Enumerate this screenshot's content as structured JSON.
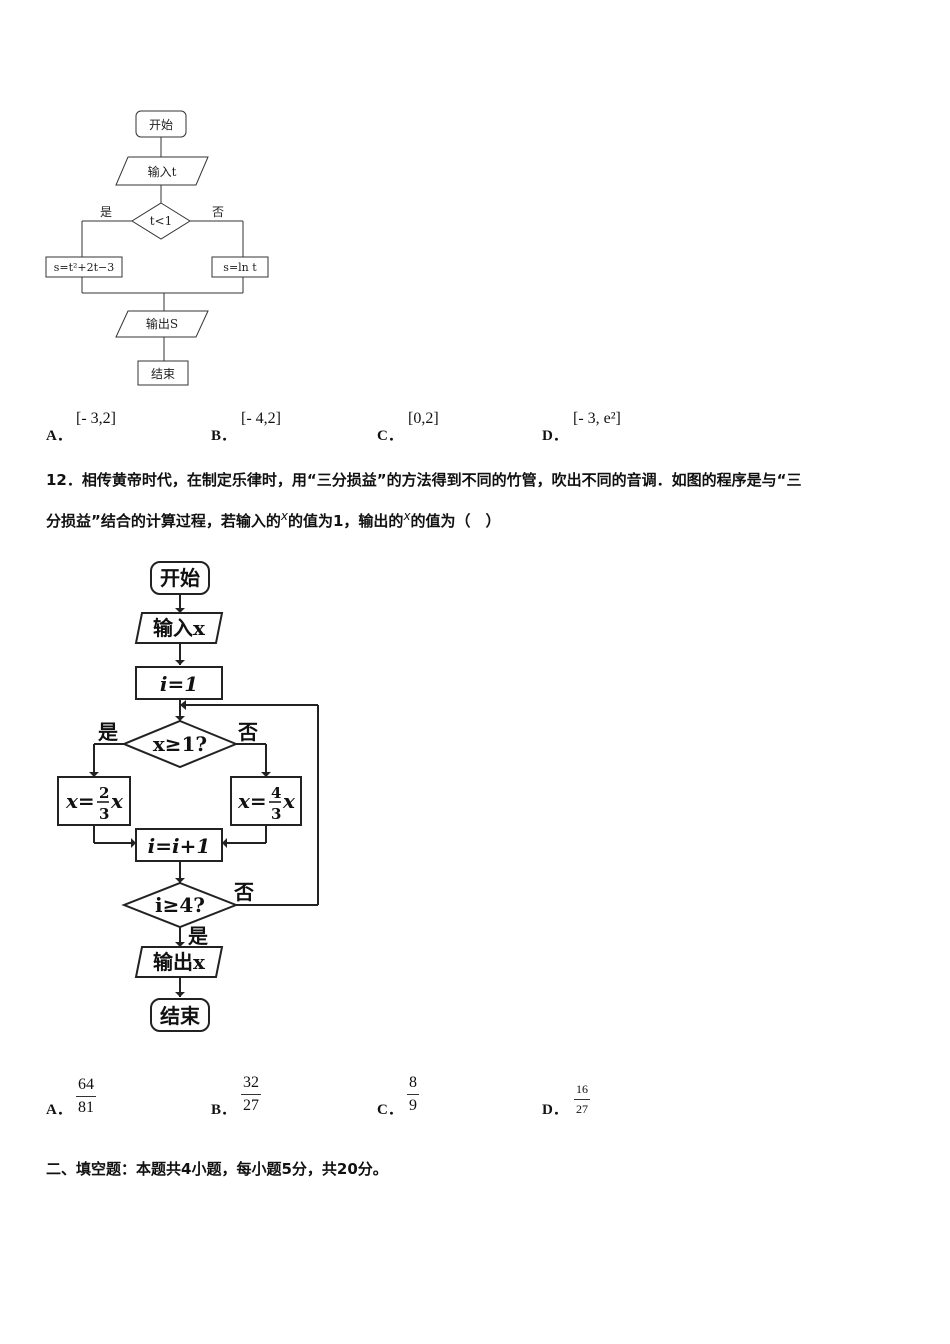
{
  "flowchart1": {
    "start": "开始",
    "input": "输入t",
    "condition": "t<1",
    "yes": "是",
    "no": "否",
    "left_box": "s=t²+2t−3",
    "right_box": "s=ln t",
    "output": "输出S",
    "end": "结束"
  },
  "q11_options": [
    {
      "label": "A．",
      "value": "[- 3,2]"
    },
    {
      "label": "B．",
      "value": "[- 4,2]"
    },
    {
      "label": "C．",
      "value": "[0,2]"
    },
    {
      "label": "D．",
      "value": "[- 3,  e²]"
    }
  ],
  "q12": {
    "line1": "12．相传黄帝时代，在制定乐律时，用“三分损益”的方法得到不同的竹管，吹出不同的音调．如图的程序是与“三",
    "line2_a": "分损益”结合的计算过程，若输入的",
    "var": "x",
    "line2_b": "的值为1，输出的",
    "line2_c": "的值为（　）"
  },
  "flowchart2": {
    "start": "开始",
    "input": "输入x",
    "init": "i=1",
    "condition": "x≥1?",
    "yes": "是",
    "no": "否",
    "left_box_prefix": "x=",
    "left_num": "2",
    "left_den": "3",
    "right_box_prefix": "x=",
    "right_num": "4",
    "right_den": "3",
    "var_suffix": "x",
    "increment": "i=i+1",
    "loop_condition": "i≥4?",
    "loop_no": "否",
    "loop_yes": "是",
    "output": "输出x",
    "end": "结束"
  },
  "q12_options": [
    {
      "label": "A．",
      "num": "64",
      "den": "81"
    },
    {
      "label": "B．",
      "num": "32",
      "den": "27"
    },
    {
      "label": "C．",
      "num": "8",
      "den": "9"
    },
    {
      "label": "D．",
      "num": "16",
      "den": "27"
    }
  ],
  "section2": "二、填空题：本题共4小题，每小题5分，共20分。"
}
